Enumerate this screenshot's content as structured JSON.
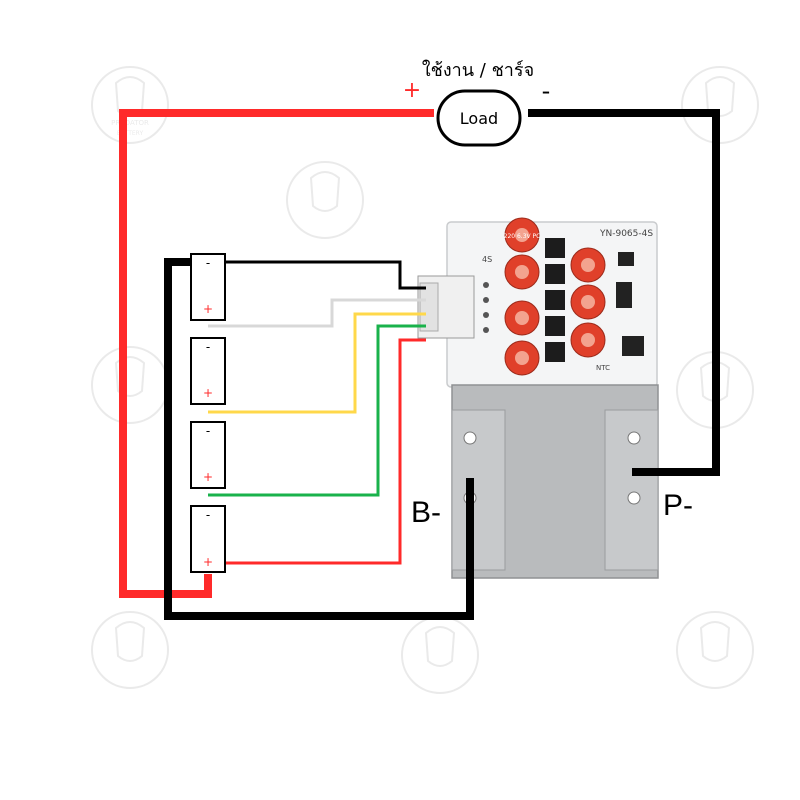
{
  "header": {
    "caption": "ใช้งาน / ชาร์จ",
    "load_label": "Load",
    "plus_sign": "+",
    "minus_sign": "-"
  },
  "board": {
    "model": "YN-9065-4S",
    "series_label": "4S",
    "cap_text": "220 6.3V PC",
    "ntc_label": "NTC",
    "b_minus_label": "B-",
    "p_minus_label": "P-"
  },
  "cells": [
    {
      "neg": "-",
      "pos": "+"
    },
    {
      "neg": "-",
      "pos": "+"
    },
    {
      "neg": "-",
      "pos": "+"
    },
    {
      "neg": "-",
      "pos": "+"
    }
  ],
  "watermark": {
    "line1": "PREDATOR",
    "line2": "BATTERY"
  },
  "colors": {
    "positive_wire": "#ff2a2a",
    "negative_wire": "#000000",
    "balance_1": "#d8d8d8",
    "balance_2": "#ffd84a",
    "balance_3": "#19b24b",
    "balance_4": "#ff2a2a",
    "capacitor": "#e0402a"
  }
}
